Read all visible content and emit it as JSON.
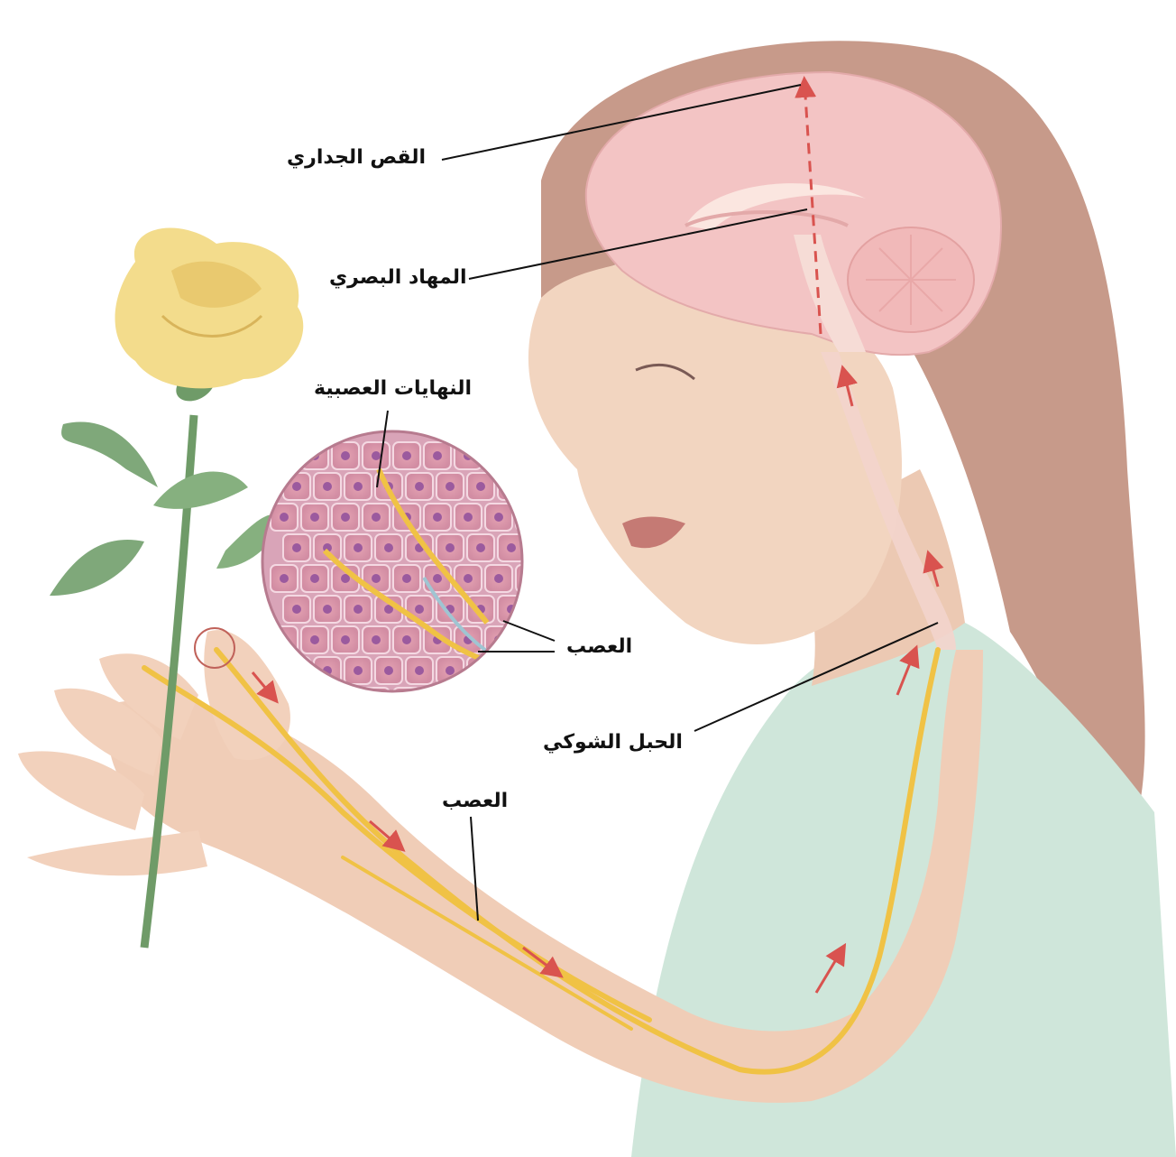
{
  "labels": {
    "parietal_lobe": "القص الجداري",
    "thalamus": "المهاد البصري",
    "nerve_endings": "النهايات العصبية",
    "nerve_inset": "العصب",
    "spinal_cord": "الحبل الشوكي",
    "nerve_arm": "العصب"
  },
  "colors": {
    "hair": "#c79a8a",
    "skin": "#f2d5c0",
    "shirt": "#cfe6da",
    "brain": "#f3c4c4",
    "nerve": "#f0c245",
    "arrow": "#d9534f",
    "rose": "#f3dc8c",
    "leaf": "#7fa87a"
  }
}
